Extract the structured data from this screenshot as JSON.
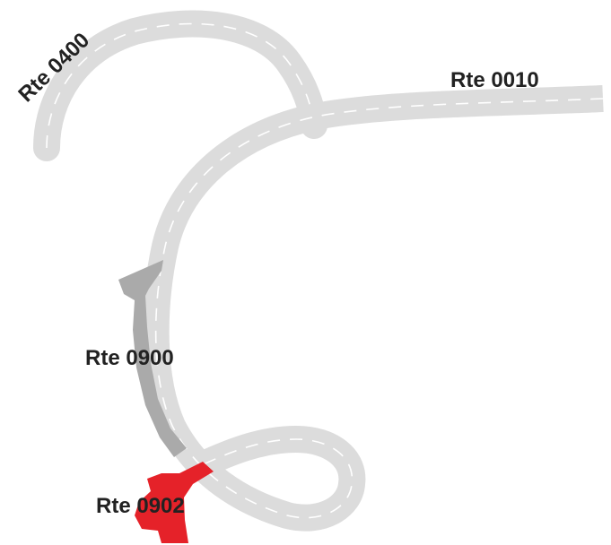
{
  "routes": [
    {
      "label": "Rte 0400",
      "color": "#dcdcdc",
      "highlighted": false
    },
    {
      "label": "Rte 0010",
      "color": "#dcdcdc",
      "highlighted": false
    },
    {
      "label": "Rte 0900",
      "color": "#aaaaaa",
      "highlighted": true
    },
    {
      "label": "Rte 0902",
      "color": "#e52229",
      "highlighted": true
    }
  ],
  "colors": {
    "road": "#dcdcdc",
    "lane_marking": "#ffffff",
    "label_text": "#222222",
    "background": "#ffffff"
  }
}
